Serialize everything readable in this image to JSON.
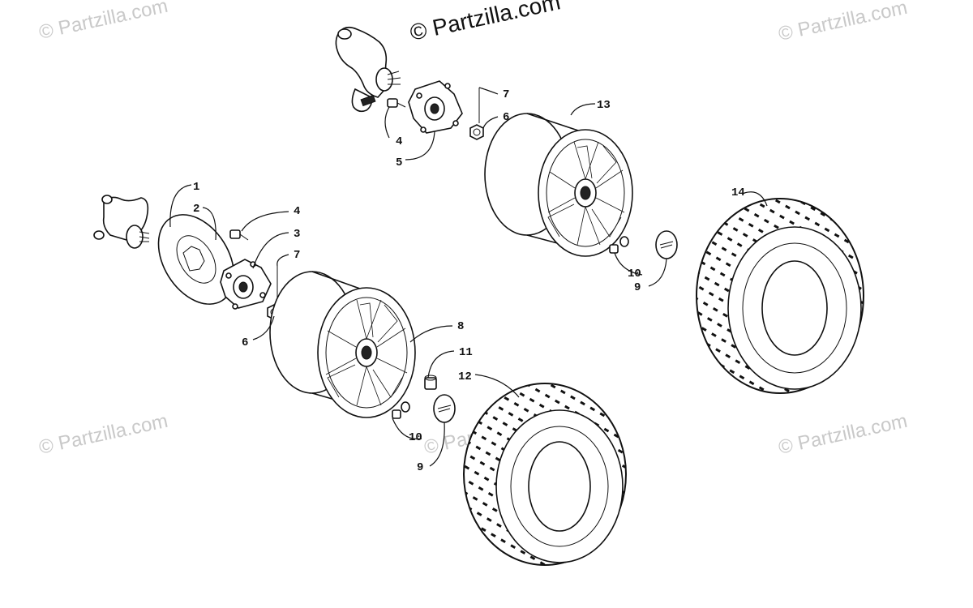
{
  "diagram": {
    "type": "exploded-parts-diagram",
    "watermarks": {
      "main": "© Partzilla.com",
      "corner": "© Partzilla.com"
    },
    "callouts": {
      "c1": "1",
      "c2": "2",
      "c3": "3",
      "c4_left": "4",
      "c4_top": "4",
      "c5": "5",
      "c6_left": "6",
      "c6_top": "6",
      "c7_left": "7",
      "c7_top": "7",
      "c8": "8",
      "c9_left": "9",
      "c9_right": "9",
      "c10_left": "10",
      "c10_right": "10",
      "c11": "11",
      "c12": "12",
      "c13": "13",
      "c14": "14"
    }
  }
}
